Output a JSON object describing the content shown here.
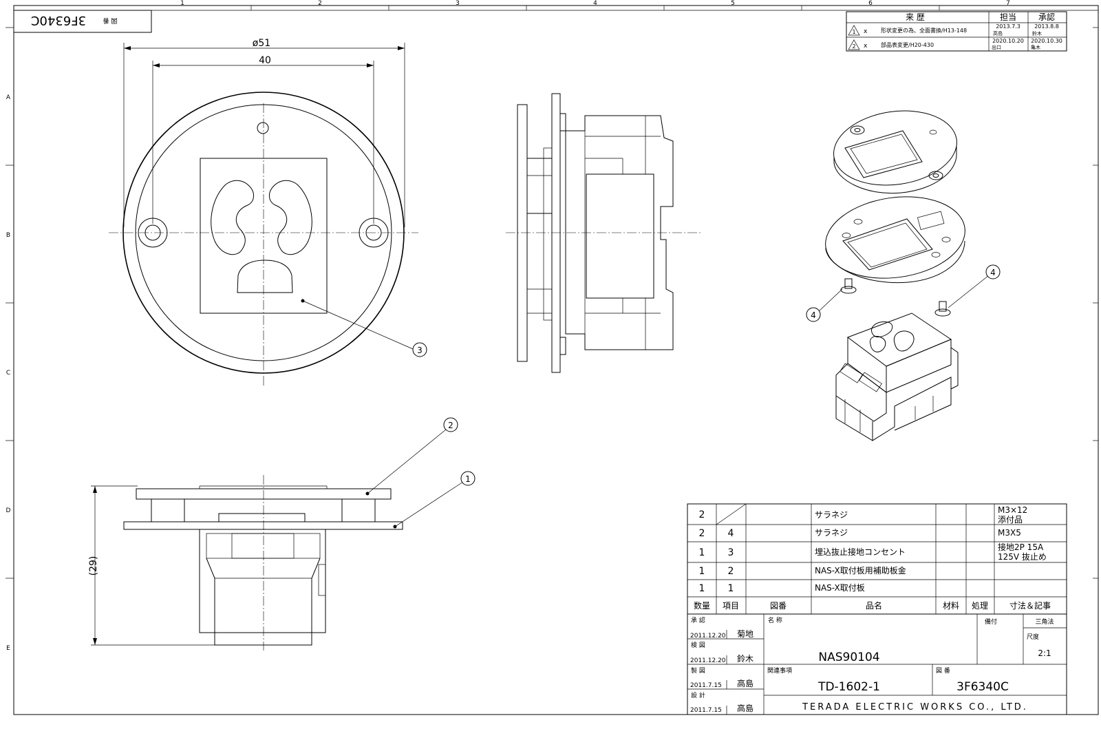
{
  "drawing_number_flipped": "3F6340C",
  "drawing_number_flipped_label": "図 番",
  "grid": {
    "columns": [
      "1",
      "2",
      "3",
      "4",
      "5",
      "6",
      "7"
    ],
    "rows": [
      "A",
      "B",
      "C",
      "D",
      "E"
    ]
  },
  "revision_table": {
    "header": {
      "history": "来 歴",
      "in_charge": "担当",
      "approval": "承認"
    },
    "rows": [
      {
        "mark": "1",
        "sym": "x",
        "desc": "形状変更の為、全面書換/H13-148",
        "date1": "2013.7.3",
        "name1": "高島",
        "date2": "2013.8.8",
        "name2": "鈴木"
      },
      {
        "mark": "2",
        "sym": "x",
        "desc": "部品表変更/H20-430",
        "date1": "2020.10.20",
        "name1": "出口",
        "date2": "2020.10.30",
        "name2": "亀木"
      }
    ]
  },
  "dimensions": {
    "outer_diameter": "ø51",
    "hole_pitch": "40",
    "height": "(29)"
  },
  "balloons": [
    "1",
    "2",
    "3",
    "4"
  ],
  "parts_list": {
    "rows": [
      {
        "qty": "2",
        "item": "",
        "dwg": "",
        "name": "サラネジ",
        "material": "",
        "process": "",
        "note": "M3×12 添付品"
      },
      {
        "qty": "2",
        "item": "4",
        "dwg": "",
        "name": "サラネジ",
        "material": "",
        "process": "",
        "note": "M3X5"
      },
      {
        "qty": "1",
        "item": "3",
        "dwg": "",
        "name": "埋込抜止接地コンセント",
        "material": "",
        "process": "",
        "note": "接地2P 15A 125V 抜止め"
      },
      {
        "qty": "1",
        "item": "2",
        "dwg": "",
        "name": "NAS-X取付板用補助板金",
        "material": "",
        "process": "",
        "note": ""
      },
      {
        "qty": "1",
        "item": "1",
        "dwg": "",
        "name": "NAS-X取付板",
        "material": "",
        "process": "",
        "note": ""
      }
    ],
    "header": {
      "qty": "数量",
      "item": "項目",
      "dwg": "図番",
      "name": "品名",
      "material": "材料",
      "process": "処理",
      "note": "寸法＆記事"
    }
  },
  "title_block": {
    "approve_label": "承 認",
    "approve_date": "2011.12.20",
    "approve_name": "菊地",
    "check_label": "検 図",
    "check_date": "2011.12.20",
    "check_name": "鈴木",
    "draw_label": "製 図",
    "draw_date": "2011.7.15",
    "draw_name": "高島",
    "design_label": "設 計",
    "design_date": "2011.7.15",
    "design_name": "高島",
    "name_label": "名 称",
    "name_value": "NAS90104",
    "related_label": "関連事項",
    "related_value": "TD-1602-1",
    "dwg_no_label": "図 番",
    "dwg_no_value": "3F6340C",
    "remarks_label": "備付",
    "projection_label": "三角法",
    "scale_label": "尺度",
    "scale_value": "2:1",
    "company": "TERADA ELECTRIC WORKS CO., LTD."
  }
}
